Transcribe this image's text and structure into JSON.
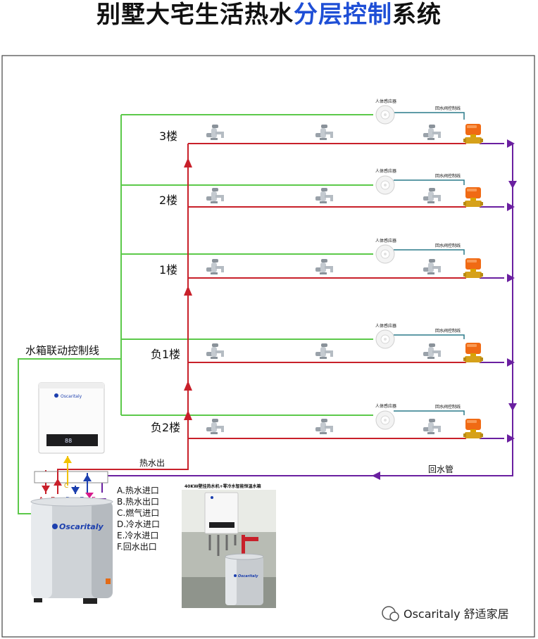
{
  "title": {
    "part1": "别墅大宅生活热水",
    "highlight": "分层控制",
    "part2": "系统"
  },
  "floors": [
    {
      "label": "3楼",
      "sensor": "人体感应器",
      "valve": "回水阀控制线"
    },
    {
      "label": "2楼",
      "sensor": "人体感应器",
      "valve": "回水阀控制线"
    },
    {
      "label": "1楼",
      "sensor": "人体感应器",
      "valve": "回水阀控制线"
    },
    {
      "label": "负1楼",
      "sensor": "人体感应器",
      "valve": "回水阀控制线"
    },
    {
      "label": "负2楼",
      "sensor": "人体感应器",
      "valve": "回水阀控制线"
    }
  ],
  "labels": {
    "control_line": "水箱联动控制线",
    "hot_out": "热水出",
    "return_pipe": "回水管"
  },
  "port_letters": [
    "A",
    "B",
    "C",
    "D",
    "E",
    "F"
  ],
  "legend": [
    "A.热水进口",
    "B.热水出口",
    "C.燃气进口",
    "D.冷水进口",
    "E.冷水进口",
    "F.回水出口"
  ],
  "inset_caption": "40KW壁挂热水机+零冷水智能恒温水箱",
  "brand": "Oscaritaly",
  "heater_display": "88",
  "watermark": "Oscaritaly 舒适家居",
  "colors": {
    "green": "#5cc94a",
    "red": "#c8202a",
    "purple": "#6a1fa0",
    "teal": "#2a7a8a",
    "blue": "#1c3fae",
    "yellow": "#f2c200",
    "highlight": "#1f4fd6"
  }
}
